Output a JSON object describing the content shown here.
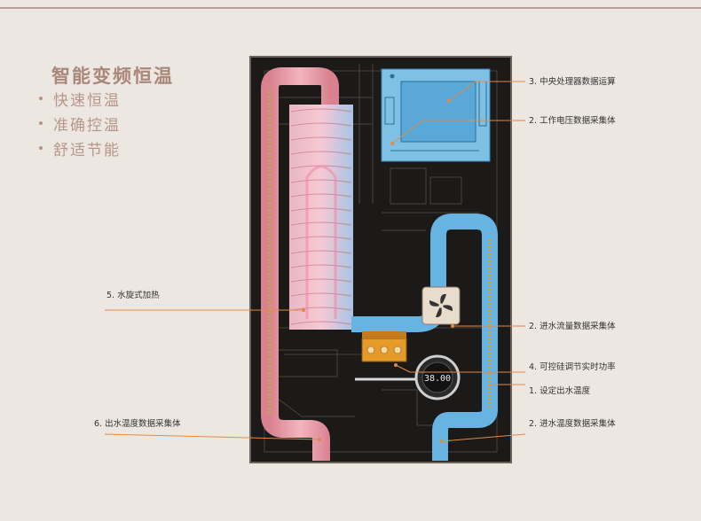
{
  "headline": "智能变频恒温",
  "features": [
    "快速恒温",
    "准确控温",
    "舒适节能"
  ],
  "display_reading": "38.00",
  "labels": {
    "cpu": "3. 中央处理器数据运算",
    "voltage": "2. 工作电压数据采集体",
    "heating": "5. 水旋式加热",
    "flow": "2. 进水流量数据采集体",
    "scr": "4. 可控硅调节实时功率",
    "set_temp": "1. 设定出水温度",
    "outlet_temp": "6. 出水温度数据采集体",
    "inlet_temp": "2. 进水温度数据采集体"
  },
  "colors": {
    "background": "#ede7e2",
    "unit_body": "#1c1a18",
    "hot_pipe": "#e69aa6",
    "cold_pipe": "#67b4e2",
    "leader_line": "#e08a4a",
    "headline": "#a9877a"
  }
}
